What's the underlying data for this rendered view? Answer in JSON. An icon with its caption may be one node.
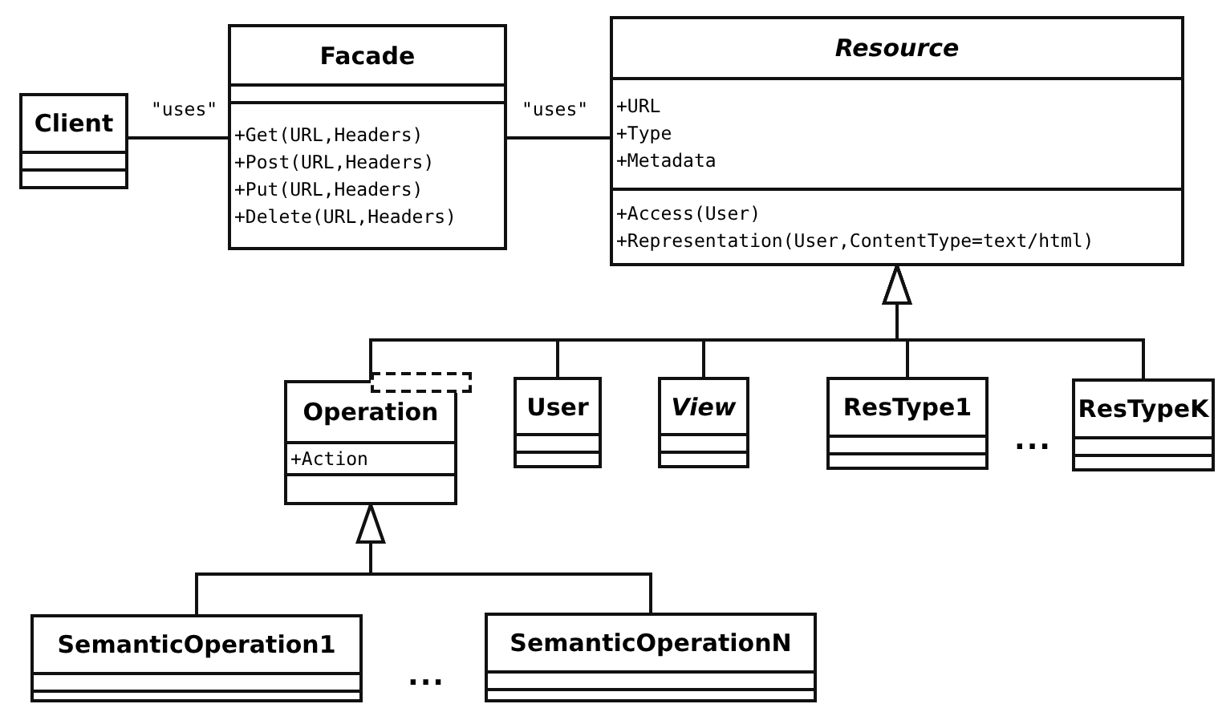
{
  "diagram": {
    "nodes": [
      {
        "text": [
          "Client"
        ]
      },
      {
        "text": [
          "Facade",
          "+Get(URL,Headers)",
          "+Post(URL,Headers)",
          "+Put(URL,Headers)",
          "+Delete(URL,Headers)"
        ]
      },
      {
        "text": [
          "Resource",
          "+URL",
          "+Type",
          "+Metadata",
          "+Access(User)",
          "+Representation(User,ContentType=text/html)"
        ]
      },
      {
        "text": [
          "Operation",
          "+Action"
        ]
      },
      {
        "text": [
          "User"
        ]
      },
      {
        "text": [
          "View"
        ]
      },
      {
        "text": [
          "ResType1"
        ]
      },
      {
        "text": [
          "ResTypeK"
        ]
      },
      {
        "text": [
          "SemanticOperation1"
        ]
      },
      {
        "text": [
          "SemanticOperationN"
        ]
      }
    ],
    "edges": [
      {
        "from": 0,
        "to": 1,
        "arrow": "none",
        "label": "\"uses\""
      },
      {
        "from": 1,
        "to": 2,
        "arrow": "none",
        "label": "\"uses\""
      },
      {
        "from": 3,
        "to": 2,
        "arrow": "to"
      },
      {
        "from": 4,
        "to": 2,
        "arrow": "to"
      },
      {
        "from": 5,
        "to": 2,
        "arrow": "to"
      },
      {
        "from": 6,
        "to": 2,
        "arrow": "to"
      },
      {
        "from": 7,
        "to": 2,
        "arrow": "to"
      },
      {
        "from": 8,
        "to": 3,
        "arrow": "to"
      },
      {
        "from": 9,
        "to": 3,
        "arrow": "to"
      }
    ],
    "labels": [
      "...",
      "..."
    ]
  }
}
